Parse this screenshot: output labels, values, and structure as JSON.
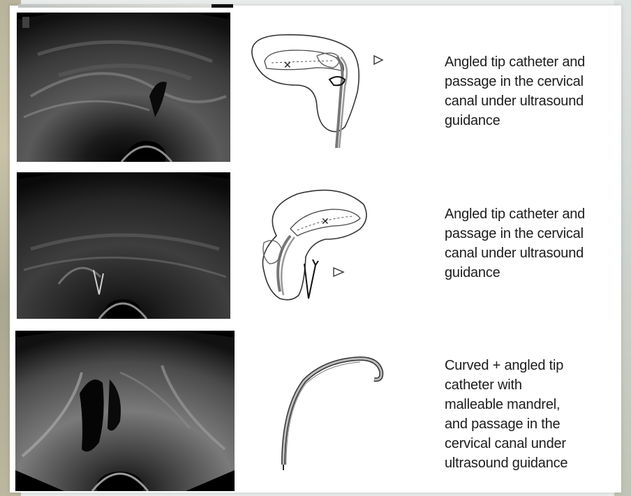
{
  "rows": [
    {
      "caption": "Angled tip catheter and\npassage in the cervical\ncanal under ultrasound\nguidance",
      "diagram_icon": "uterus-catheter-anteverted-icon"
    },
    {
      "caption": "Angled tip catheter and\npassage in the cervical\ncanal under ultrasound\nguidance",
      "diagram_icon": "uterus-catheter-retroverted-icon"
    },
    {
      "caption": "Curved + angled tip\ncatheter with\nmalleable mandrel,\nand passage in the\ncervical canal under\nultrasound guidance",
      "diagram_icon": "curved-catheter-icon"
    }
  ],
  "colors": {
    "ultrasound_bg": "#000000",
    "caption_text": "#1c1c1c",
    "panel": "#ffffff"
  }
}
